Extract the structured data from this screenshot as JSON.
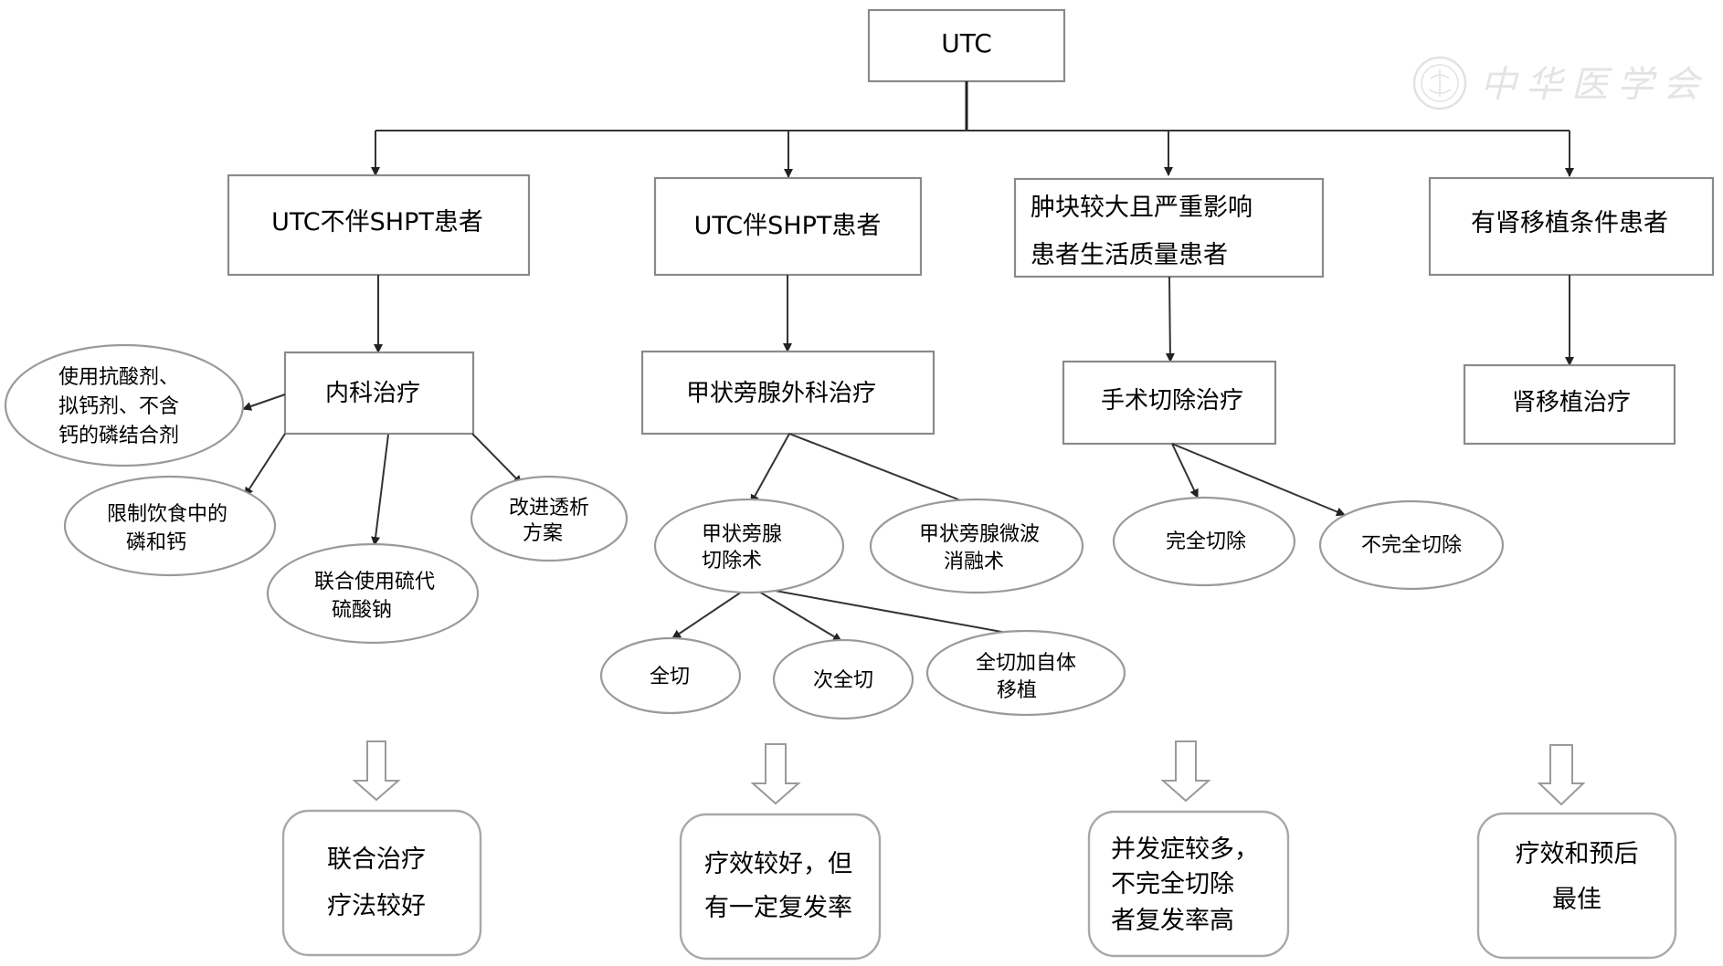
{
  "watermark": {
    "text": "中华医学会",
    "icon": "society-seal-icon"
  },
  "root": {
    "id": "utc",
    "label": "UTC"
  },
  "categories": [
    {
      "id": "no-shpt",
      "label_lines": [
        "UTC不伴SHPT患者"
      ],
      "treatment": {
        "label": "内科治疗"
      },
      "options": [
        {
          "lines": [
            "使用抗酸剂、",
            "拟钙剂、不含",
            "钙的磷结合剂"
          ]
        },
        {
          "lines": [
            "限制饮食中的",
            "磷和钙"
          ]
        },
        {
          "lines": [
            "联合使用硫代",
            "硫酸钠"
          ]
        },
        {
          "lines": [
            "改进透析",
            "方案"
          ]
        }
      ],
      "outcome_lines": [
        "联合治疗",
        "疗法较好"
      ]
    },
    {
      "id": "with-shpt",
      "label_lines": [
        "UTC伴SHPT患者"
      ],
      "treatment": {
        "label": "甲状旁腺外科治疗"
      },
      "options": [
        {
          "lines": [
            "甲状旁腺",
            "切除术"
          ],
          "sub_options": [
            {
              "lines": [
                "全切"
              ]
            },
            {
              "lines": [
                "次全切"
              ]
            },
            {
              "lines": [
                "全切加自体",
                "移植"
              ]
            }
          ]
        },
        {
          "lines": [
            "甲状旁腺微波",
            "消融术"
          ]
        }
      ],
      "outcome_lines": [
        "疗效较好，但",
        "有一定复发率"
      ]
    },
    {
      "id": "large-mass",
      "label_lines": [
        "肿块较大且严重影响",
        "患者生活质量患者"
      ],
      "treatment": {
        "label": "手术切除治疗"
      },
      "options": [
        {
          "lines": [
            "完全切除"
          ]
        },
        {
          "lines": [
            "不完全切除"
          ]
        }
      ],
      "outcome_lines": [
        "并发症较多，",
        "不完全切除",
        "者复发率高"
      ]
    },
    {
      "id": "kidney-transplant",
      "label_lines": [
        "有肾移植条件患者"
      ],
      "treatment": {
        "label": "肾移植治疗"
      },
      "options": [],
      "outcome_lines": [
        "疗效和预后",
        "最佳"
      ]
    }
  ]
}
